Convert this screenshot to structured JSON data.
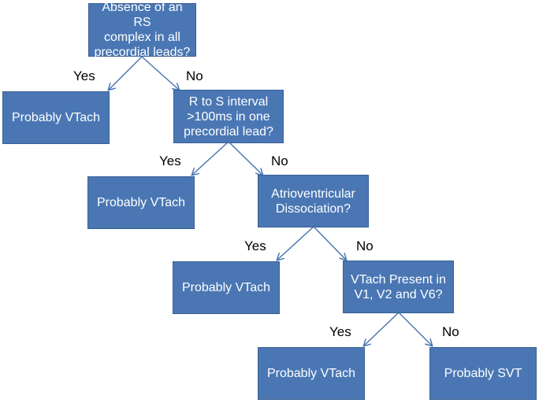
{
  "colors": {
    "box_fill": "#4a77b4",
    "box_border": "#3a5f94",
    "arrow": "#4a77b4",
    "text": "#ffffff"
  },
  "nodes": {
    "q1": "Absence of an RS\ncomplex in all\nprecordial leads?",
    "r1": "Probably VTach",
    "q2": "R to S interval\n>100ms in one\nprecordial lead?",
    "r2": "Probably VTach",
    "q3": "Atrioventricular\nDissociation?",
    "r3": "Probably VTach",
    "q4": "VTach Present in\nV1, V2 and V6?",
    "r4": "Probably VTach",
    "r5": "Probably SVT"
  },
  "labels": {
    "yes1": "Yes",
    "no1": "No",
    "yes2": "Yes",
    "no2": "No",
    "yes3": "Yes",
    "no3": "No",
    "yes4": "Yes",
    "no4": "No"
  }
}
